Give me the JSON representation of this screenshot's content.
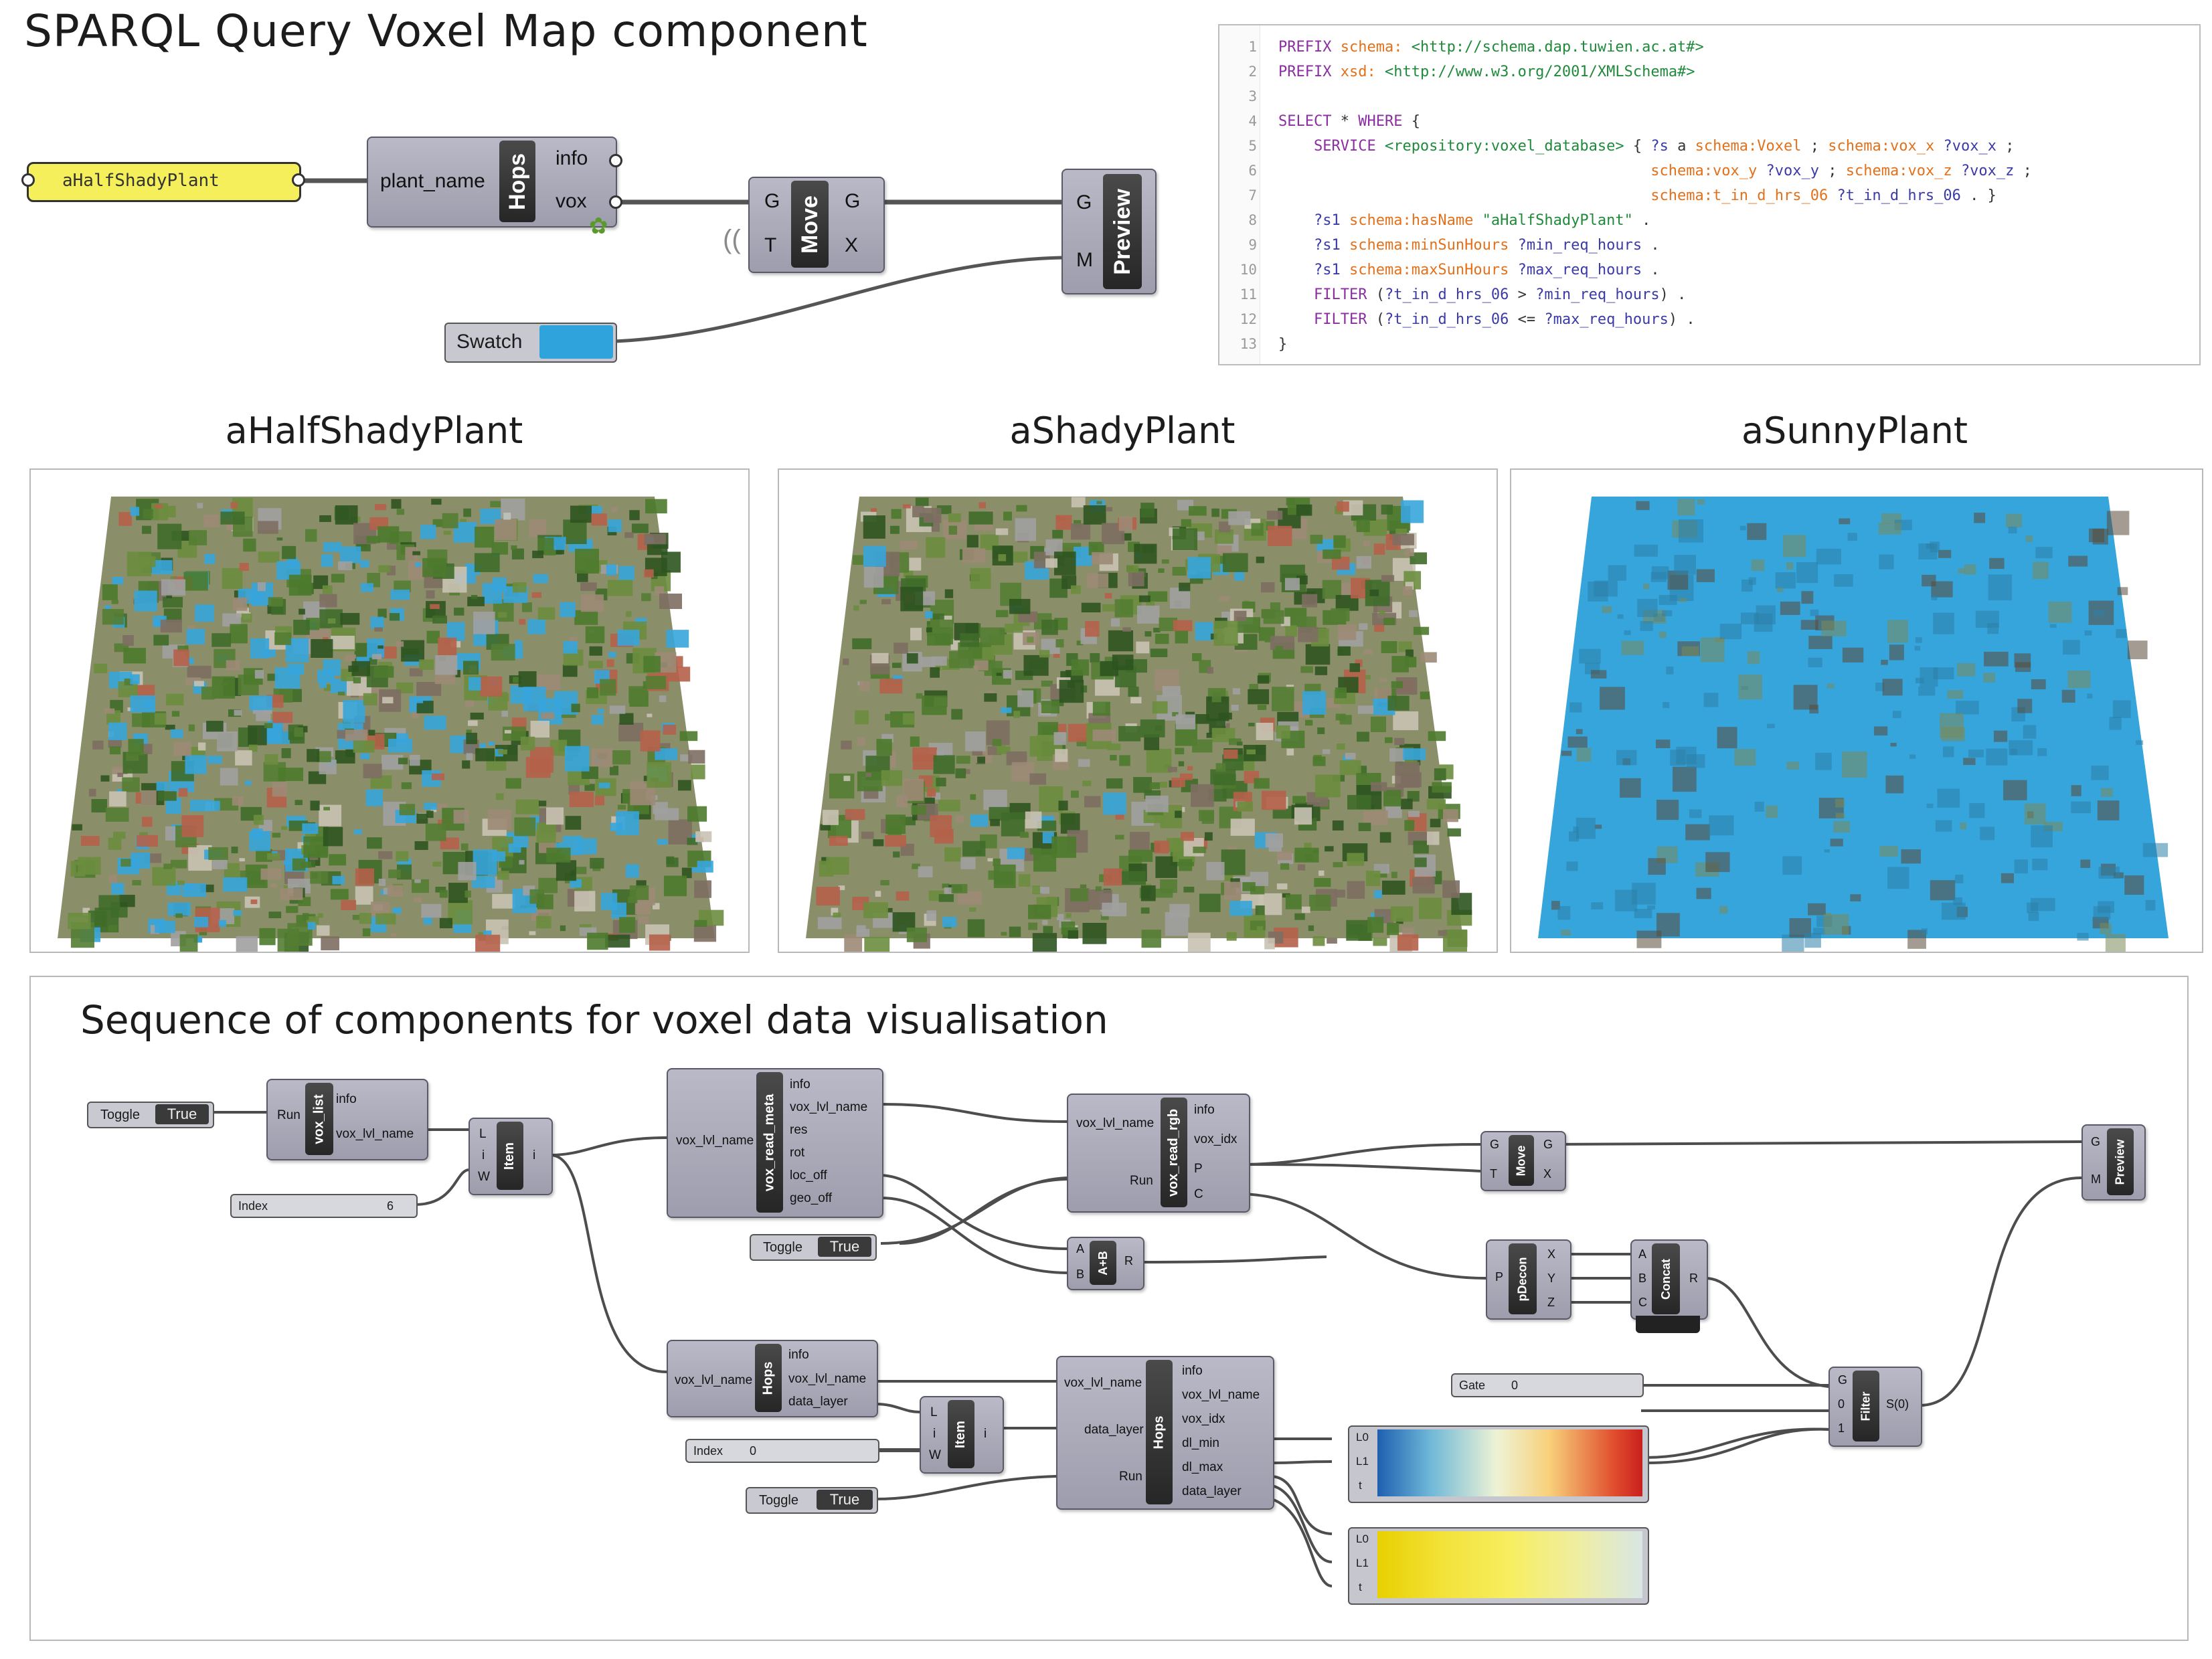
{
  "title": "SPARQL Query Voxel Map component",
  "top_graph": {
    "panel_text": "aHalfShadyPlant",
    "hops": {
      "input": "plant_name",
      "name": "Hops",
      "out1": "info",
      "out2": "vox"
    },
    "move": {
      "in1": "G",
      "in2": "T",
      "name": "Move",
      "out1": "G",
      "out2": "X"
    },
    "preview": {
      "in1": "G",
      "in2": "M",
      "name": "Preview"
    },
    "swatch": {
      "label": "Swatch",
      "color": "#2ea3dc"
    }
  },
  "code": {
    "lines": [
      {
        "n": "1",
        "html": "<span class='k'>PREFIX</span> <span class='p'>schema:</span> <span class='u'>&lt;http://schema.dap.tuwien.ac.at#&gt;</span>"
      },
      {
        "n": "2",
        "html": "<span class='k'>PREFIX</span> <span class='p'>xsd:</span> <span class='u'>&lt;http://www.w3.org/2001/XMLSchema#&gt;</span>"
      },
      {
        "n": "3",
        "html": ""
      },
      {
        "n": "4",
        "html": "<span class='k'>SELECT</span> <span class='t'>*</span> <span class='k'>WHERE</span> <span class='t'>{</span>"
      },
      {
        "n": "5",
        "html": "    <span class='k'>SERVICE</span> <span class='u'>&lt;repository:voxel_database&gt;</span> <span class='t'>{</span> <span class='v'>?s</span> <span class='t'>a</span> <span class='p'>schema:Voxel</span> <span class='t'>;</span> <span class='p'>schema:vox_x</span> <span class='v'>?vox_x</span> <span class='t'>;</span>"
      },
      {
        "n": "6",
        "html": "                                          <span class='p'>schema:vox_y</span> <span class='v'>?vox_y</span> <span class='t'>;</span> <span class='p'>schema:vox_z</span> <span class='v'>?vox_z</span> <span class='t'>;</span>"
      },
      {
        "n": "7",
        "html": "                                          <span class='p'>schema:t_in_d_hrs_06</span> <span class='v'>?t_in_d_hrs_06</span> <span class='t'>. }</span>"
      },
      {
        "n": "8",
        "html": "    <span class='v'>?s1</span> <span class='p'>schema:hasName</span> <span class='u'>\"aHalfShadyPlant\"</span> <span class='t'>.</span>"
      },
      {
        "n": "9",
        "html": "    <span class='v'>?s1</span> <span class='p'>schema:minSunHours</span> <span class='v'>?min_req_hours</span> <span class='t'>.</span>"
      },
      {
        "n": "10",
        "html": "    <span class='v'>?s1</span> <span class='p'>schema:maxSunHours</span> <span class='v'>?max_req_hours</span> <span class='t'>.</span>"
      },
      {
        "n": "11",
        "html": "    <span class='k'>FILTER</span> <span class='t'>(</span><span class='v'>?t_in_d_hrs_06</span> <span class='t'>&gt;</span> <span class='v'>?min_req_hours</span><span class='t'>) .</span>"
      },
      {
        "n": "12",
        "html": "    <span class='k'>FILTER</span> <span class='t'>(</span><span class='v'>?t_in_d_hrs_06</span> <span class='t'>&lt;=</span> <span class='v'>?max_req_hours</span><span class='t'>) .</span>"
      },
      {
        "n": "13",
        "html": "<span class='t'>}</span>"
      }
    ]
  },
  "maps": [
    {
      "title": "aHalfShadyPlant",
      "blue_amount": "partial"
    },
    {
      "title": "aShadyPlant",
      "blue_amount": "minimal"
    },
    {
      "title": "aSunnyPlant",
      "blue_amount": "full"
    }
  ],
  "sequence": {
    "title": "Sequence of components for voxel data visualisation",
    "toggle_label": "Toggle",
    "toggle_value": "True",
    "index_label": "Index",
    "index_value_1": "6",
    "index_value_2": "0",
    "gate_label": "Gate",
    "gate_value": "0",
    "vox_list": {
      "in": "Run",
      "name": "vox_list",
      "out1": "info",
      "out2": "vox_lvl_name"
    },
    "item": {
      "in1": "L",
      "in2": "i",
      "in3": "W",
      "name": "Item",
      "out": "i"
    },
    "read_meta": {
      "in": "vox_lvl_name",
      "name": "vox_read_meta",
      "outs": [
        "info",
        "vox_lvl_name",
        "res",
        "rot",
        "loc_off",
        "geo_off"
      ]
    },
    "read_rgb": {
      "in1": "vox_lvl_name",
      "in2": "Run",
      "name": "vox_read_rgb",
      "outs": [
        "info",
        "vox_idx",
        "P",
        "C"
      ]
    },
    "addition": {
      "in1": "A",
      "in2": "B",
      "name": "A+B",
      "out": "R"
    },
    "move": {
      "in1": "G",
      "in2": "T",
      "name": "Move",
      "out1": "G",
      "out2": "X"
    },
    "pdecon": {
      "in": "P",
      "name": "pDecon",
      "outs": [
        "X",
        "Y",
        "Z"
      ]
    },
    "concat": {
      "ins": [
        "A",
        "B",
        "C"
      ],
      "name": "Concat",
      "out": "R"
    },
    "preview": {
      "in1": "G",
      "in2": "M",
      "name": "Preview"
    },
    "hops1": {
      "in": "vox_lvl_name",
      "name": "Hops",
      "outs": [
        "info",
        "vox_lvl_name",
        "data_layer"
      ]
    },
    "hops2": {
      "ins": [
        "vox_lvl_name",
        "data_layer",
        "Run"
      ],
      "name": "Hops",
      "outs": [
        "info",
        "vox_lvl_name",
        "vox_idx",
        "dl_min",
        "dl_max",
        "data_layer"
      ]
    },
    "filter": {
      "ins": [
        "G",
        "0",
        "1"
      ],
      "name": "Filter",
      "out": "S(0)"
    },
    "gradient": {
      "ins": [
        "L0",
        "L1",
        "t"
      ]
    }
  }
}
